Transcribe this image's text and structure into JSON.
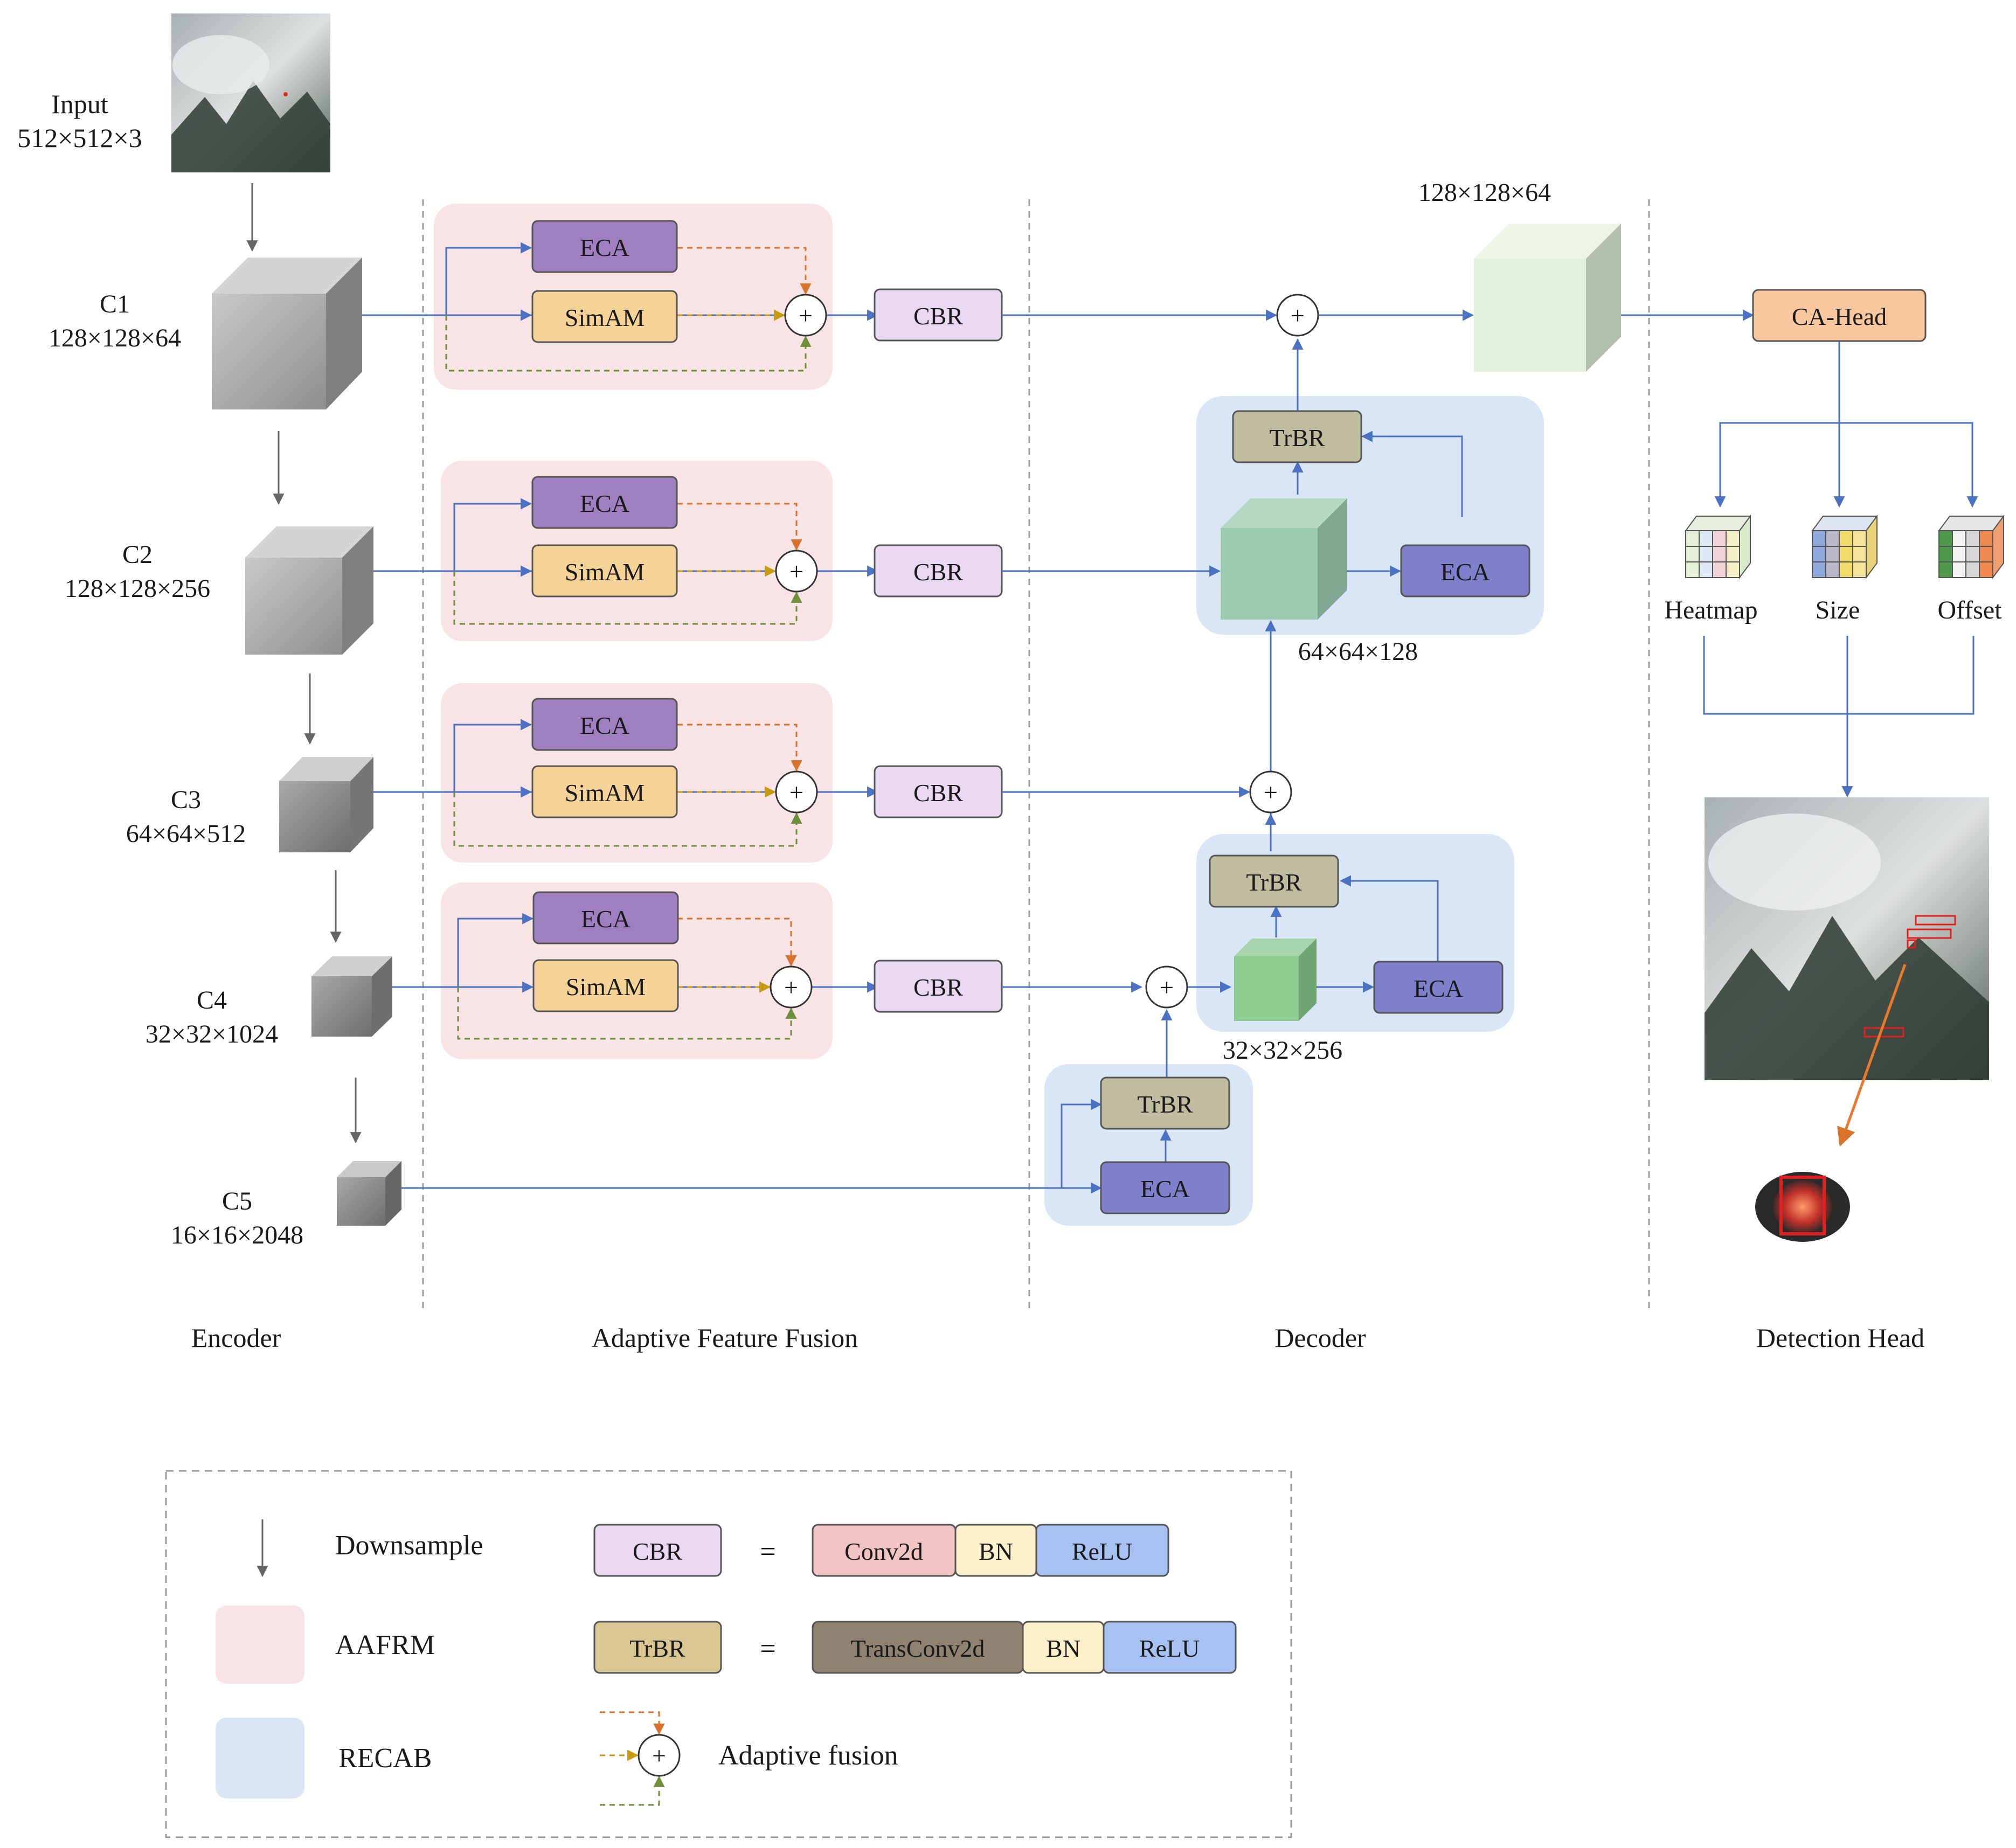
{
  "input": {
    "label": "Input",
    "size": "512×512×3"
  },
  "encoder": [
    {
      "name": "C1",
      "size": "128×128×64"
    },
    {
      "name": "C2",
      "size": "128×128×256"
    },
    {
      "name": "C3",
      "size": "64×64×512"
    },
    {
      "name": "C4",
      "size": "32×32×1024"
    },
    {
      "name": "C5",
      "size": "16×16×2048"
    }
  ],
  "blocks": {
    "eca": "ECA",
    "simam": "SimAM",
    "cbr": "CBR",
    "trbr": "TrBR",
    "plus": "+"
  },
  "decoder": {
    "top_size": "128×128×64",
    "mid_size": "64×64×128",
    "low_size": "32×32×256"
  },
  "head": {
    "title": "CA-Head",
    "outputs": [
      "Heatmap",
      "Size",
      "Offset"
    ]
  },
  "sections": [
    "Encoder",
    "Adaptive Feature Fusion",
    "Decoder",
    "Detection Head"
  ],
  "legend": {
    "downsample": "Downsample",
    "aafrm": "AAFRM",
    "recab": "RECAB",
    "adaptive": "Adaptive fusion",
    "eq": "=",
    "cbr_parts": [
      "Conv2d",
      "BN",
      "ReLU"
    ],
    "trbr_parts": [
      "TransConv2d",
      "BN",
      "ReLU"
    ]
  },
  "colors": {
    "eca": "#a07fc0",
    "simam": "#f5d295",
    "cbr": "#ead7f2",
    "trbr": "#bfbca0",
    "eca_dec": "#7f7fcc",
    "head": "#f9c79d",
    "aafrm_bg": "#f8e4e4",
    "recab_bg": "#d9e6f5",
    "arrow": "#4b72c2",
    "orange": "#d9722a",
    "green": "#6f8f3a",
    "gold": "#c79a12"
  }
}
